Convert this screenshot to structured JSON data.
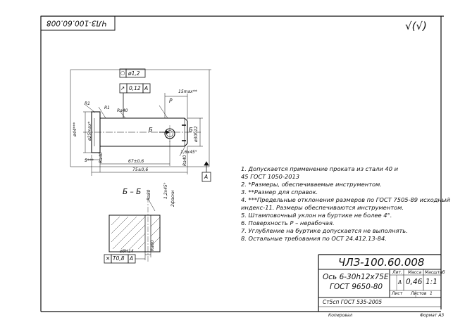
{
  "drawing": {
    "code_rotated": "ЧЛЗ-100.60.008",
    "roughness_symbol": "(√)",
    "view_label_drawing": "Б",
    "section_label": "Б – Б",
    "feature_label_p": "P",
    "datum_label": "A"
  },
  "tolerances": {
    "round": {
      "symbol": "○",
      "value": "ø1,2"
    },
    "runout": {
      "symbol": "↗",
      "value": "0,12",
      "datum": "A"
    },
    "position": {
      "symbol": "✕",
      "value": "T0,8",
      "datum": "A"
    }
  },
  "dimensions": {
    "len_15": "15max**",
    "r1_top": "R1",
    "r1_b": "R1",
    "r_40": "Ra40",
    "ra_hole": "Ra40",
    "d_44": "ø44***",
    "d_30": "ø30h12",
    "d_25": "ø25max*",
    "cham": "1,6x45°",
    "len_67": "67±0,6",
    "len_75": "75±0,6",
    "five": "5***",
    "ra_left": "Ra40",
    "ra_bot": "Ra80",
    "sec_ra": "Ra80",
    "sec_cham": "1,2x45°",
    "sec_2": "2фаски",
    "sec_hole": "ø8H14",
    "sec_ra2": "Ra80"
  },
  "notes": [
    "1. Допускается применение проката из стали 40 и",
    "45 ГОСТ 1050-2013",
    "2. *Размеры, обеспечиваемые инструментом.",
    "3. **Размер для справок.",
    "4. ***Предельные отклонения размеров по ГОСТ 7505-89 исходный",
    "индекс-11. Размеры обеспечиваются инструментом.",
    "5. Штамповочный уклон на буртике не более 4°.",
    "6. Поверхность P – нерабочая.",
    "7. Углубление на буртике допускается не выполнять.",
    "8. Остальные требования по ОСТ 24.412.13-84."
  ],
  "title_block": {
    "designation": "ЧЛЗ-100.60.008",
    "name_line1": "Ось 6-30h12x75E",
    "name_line2": "ГОСТ 9650-80",
    "col_lit": "Лит.",
    "col_mass": "Масса",
    "col_scale": "Масштаб",
    "lit_value": "А",
    "mass_value": "0,46",
    "scale_value": "1:1",
    "sheet_label": "Лист",
    "sheets_label": "Листов",
    "sheets_value": "1",
    "material": "Ст5сп ГОСТ 535-2005",
    "copied": "Копировал",
    "format": "Формат А3"
  }
}
